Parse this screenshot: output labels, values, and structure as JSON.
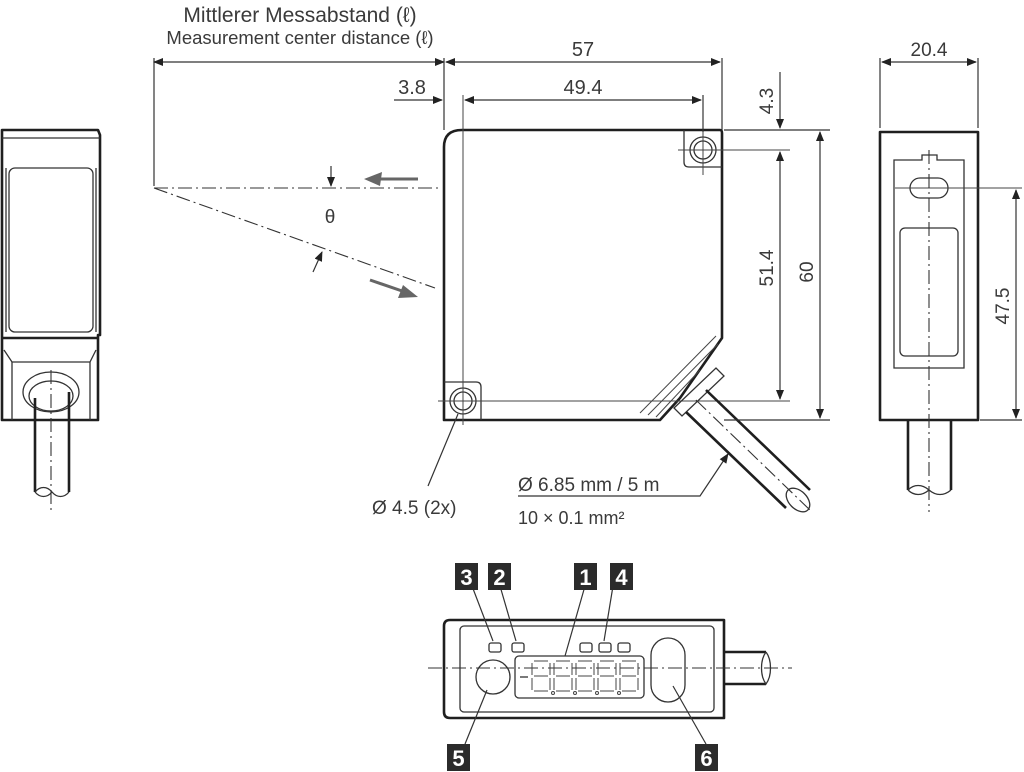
{
  "title": {
    "line_de": "Mittlerer Messabstand (ℓ)",
    "line_en": "Measurement center distance (ℓ)"
  },
  "dimensions": {
    "width_total": "57",
    "hole_spacing_h": "49.4",
    "offset_left": "3.8",
    "offset_top": "4.3",
    "hole_spacing_v": "51.4",
    "height_total": "60",
    "depth": "20.4",
    "side_hole_to_bottom": "47.5"
  },
  "annotations": {
    "angle_symbol": "θ",
    "mount_hole": "Ø 4.5 (2x)",
    "cable_spec": "Ø 6.85 mm / 5 m",
    "cable_conductors": "10 × 0.1 mm²"
  },
  "callouts": [
    {
      "id": "1",
      "label": "1",
      "target": "display"
    },
    {
      "id": "2",
      "label": "2",
      "target": "led-2"
    },
    {
      "id": "3",
      "label": "3",
      "target": "led-3"
    },
    {
      "id": "4",
      "label": "4",
      "target": "led-group"
    },
    {
      "id": "5",
      "label": "5",
      "target": "round-button"
    },
    {
      "id": "6",
      "label": "6",
      "target": "oval-button"
    }
  ],
  "colors": {
    "line": "#1f1f1f",
    "text": "#3a3a3a",
    "badge": "#2b2b2b",
    "arrow": "#666666"
  }
}
